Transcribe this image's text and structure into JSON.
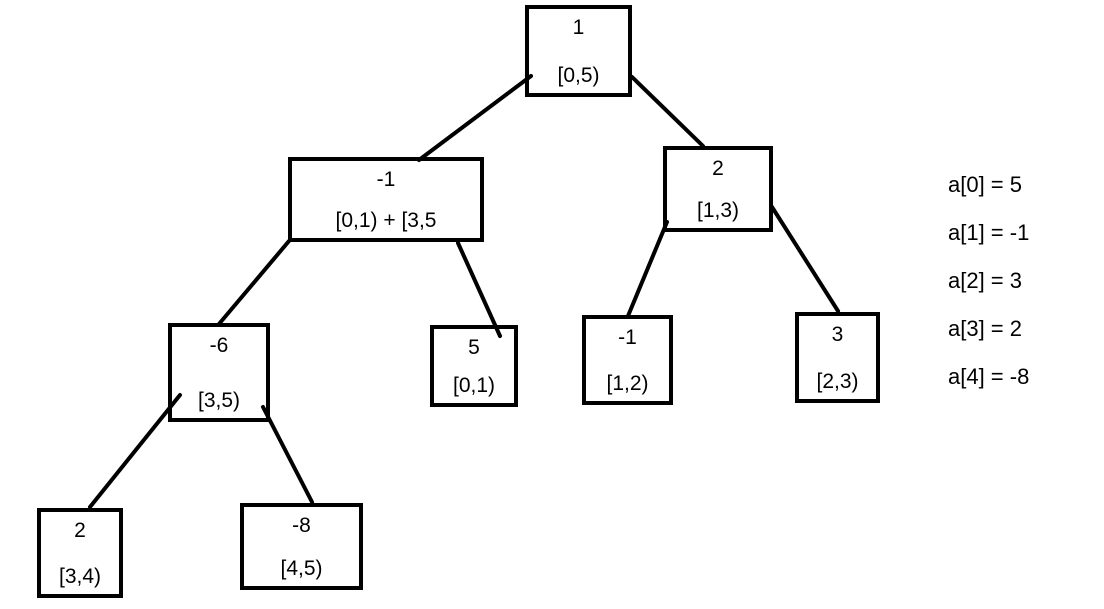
{
  "diagram": {
    "kind": "segment-tree",
    "colors": {
      "ink": "#000000",
      "background": "#ffffff"
    }
  },
  "nodes": [
    {
      "value": "1",
      "range": "[0,5)"
    },
    {
      "value": "-1",
      "range": "[0,1) + [3,5"
    },
    {
      "value": "2",
      "range": "[1,3)"
    },
    {
      "value": "-6",
      "range": "[3,5)"
    },
    {
      "value": "5",
      "range": "[0,1)"
    },
    {
      "value": "-1",
      "range": "[1,2)"
    },
    {
      "value": "3",
      "range": "[2,3)"
    },
    {
      "value": "2",
      "range": "[3,4)"
    },
    {
      "value": "-8",
      "range": "[4,5)"
    }
  ],
  "edges": [
    [
      0,
      1
    ],
    [
      0,
      2
    ],
    [
      1,
      3
    ],
    [
      1,
      4
    ],
    [
      2,
      5
    ],
    [
      2,
      6
    ],
    [
      3,
      7
    ],
    [
      3,
      8
    ]
  ],
  "array_assignments": [
    "a[0] = 5",
    "a[1] = -1",
    "a[2] = 3",
    "a[3] = 2",
    "a[4] = -8"
  ]
}
